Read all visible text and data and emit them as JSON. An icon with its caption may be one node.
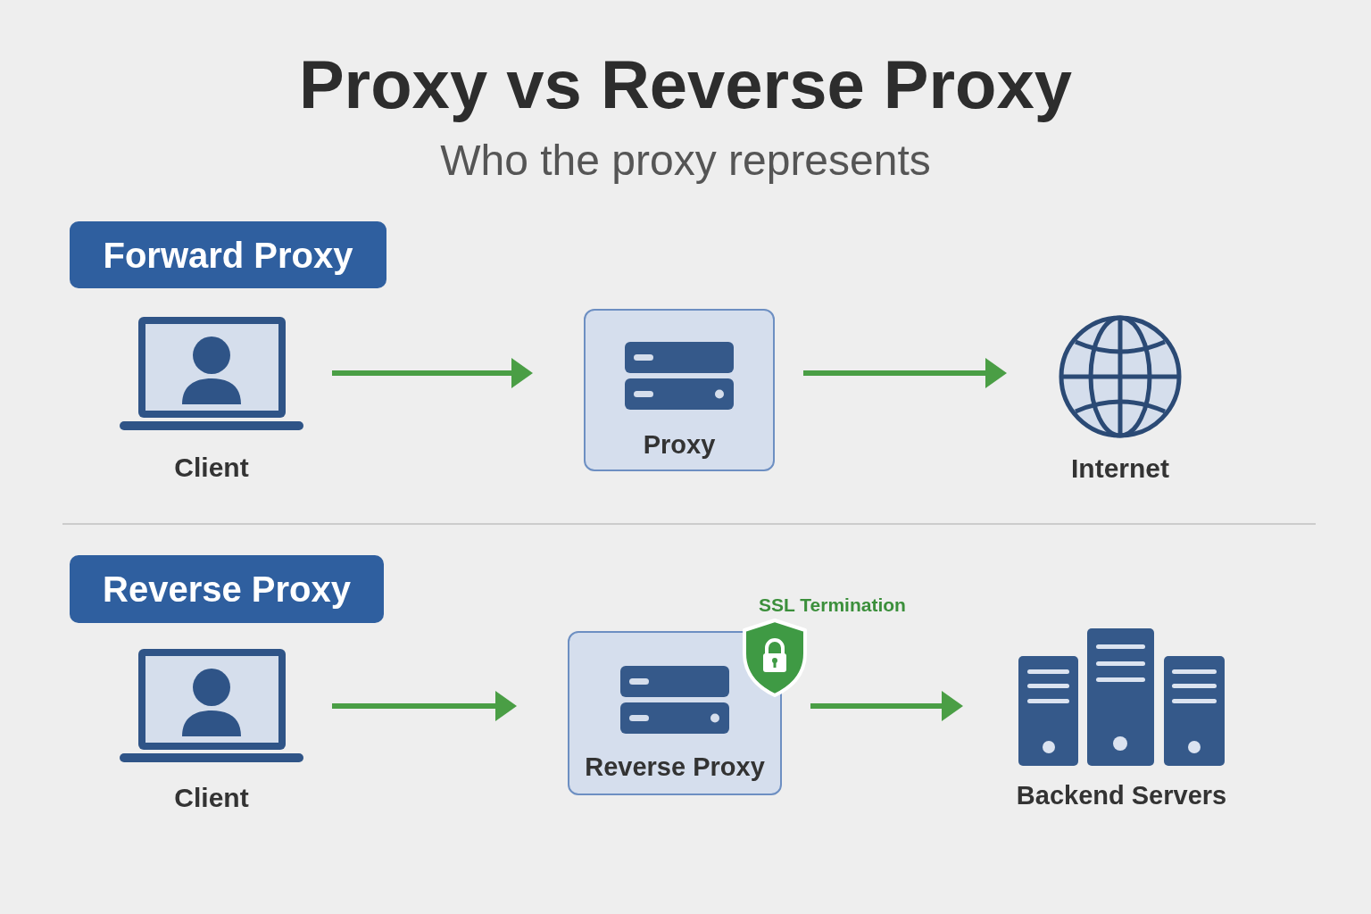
{
  "diagram": {
    "title": "Proxy vs Reverse Proxy",
    "nodes": [
      {
        "text": [
          "Forward Proxy"
        ]
      },
      {
        "text": [
          "Client"
        ]
      },
      {
        "text": [
          "Proxy"
        ]
      },
      {
        "text": [
          "Internet"
        ]
      },
      {
        "text": [
          "Reverse Proxy"
        ]
      },
      {
        "text": [
          "Client"
        ]
      },
      {
        "text": [
          "Reverse Proxy"
        ],
        "beside": [
          "SSL Termination"
        ]
      },
      {
        "text": [
          "Backend Servers"
        ]
      }
    ],
    "edges": [
      {
        "from": 1,
        "to": 2,
        "arrow": "to"
      },
      {
        "from": 2,
        "to": 3,
        "arrow": "to"
      },
      {
        "from": 5,
        "to": 6,
        "arrow": "to"
      },
      {
        "from": 6,
        "to": 7,
        "arrow": "to"
      }
    ],
    "labels": [
      "Who the proxy represents"
    ]
  }
}
